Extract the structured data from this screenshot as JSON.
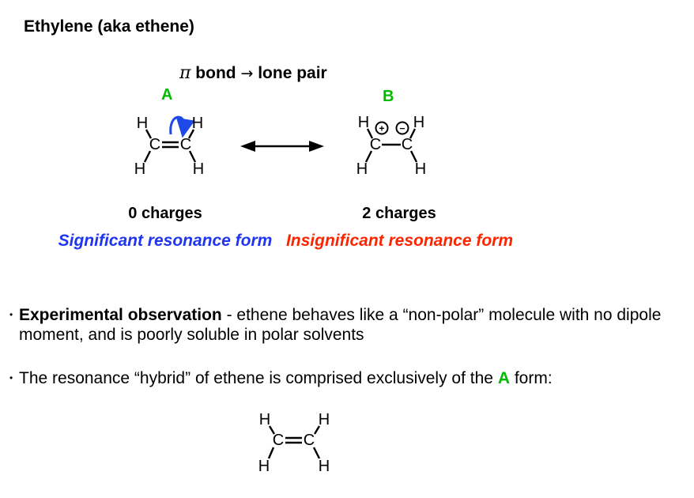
{
  "title": "Ethylene (aka ethene)",
  "subtitle": {
    "pi": "π",
    "bond_text": " bond ",
    "arrow": "→",
    "lone_pair_text": " lone pair"
  },
  "labels": {
    "form_a": "A",
    "form_b": "B"
  },
  "molecule_a": {
    "atoms": {
      "h_top_left": "H",
      "h_top_right": "H",
      "c_left": "C",
      "c_right": "C",
      "h_bottom_left": "H",
      "h_bottom_right": "H"
    }
  },
  "molecule_b": {
    "atoms": {
      "h_top_left": "H",
      "h_top_right": "H",
      "c_left": "C",
      "c_right": "C",
      "h_bottom_left": "H",
      "h_bottom_right": "H"
    },
    "charge_plus": "+",
    "charge_minus": "−"
  },
  "molecule_hybrid": {
    "atoms": {
      "h_top_left": "H",
      "h_top_right": "H",
      "c_left": "C",
      "c_right": "C",
      "h_bottom_left": "H",
      "h_bottom_right": "H"
    }
  },
  "captions": {
    "a_charges": "0 charges",
    "a_significance": "Significant resonance form",
    "b_charges": "2 charges",
    "b_significance": "Insignificant resonance form"
  },
  "bullets": {
    "experimental": {
      "marker": "•",
      "lead": "Experimental observation",
      "body": " - ethene behaves like a “non-polar” molecule with no dipole moment, and is poorly soluble in polar solvents"
    },
    "hybrid": {
      "marker": "•",
      "pre": "The resonance “hybrid” of ethene is comprised exclusively of the ",
      "form_ref": "A",
      "post": " form:"
    }
  },
  "colors": {
    "label_green": "#00bb00",
    "significant_blue": "#1f35f0",
    "insignificant_red": "#fb2500",
    "curved_arrow_blue": "#1d49e6",
    "structure_black": "#000000"
  }
}
